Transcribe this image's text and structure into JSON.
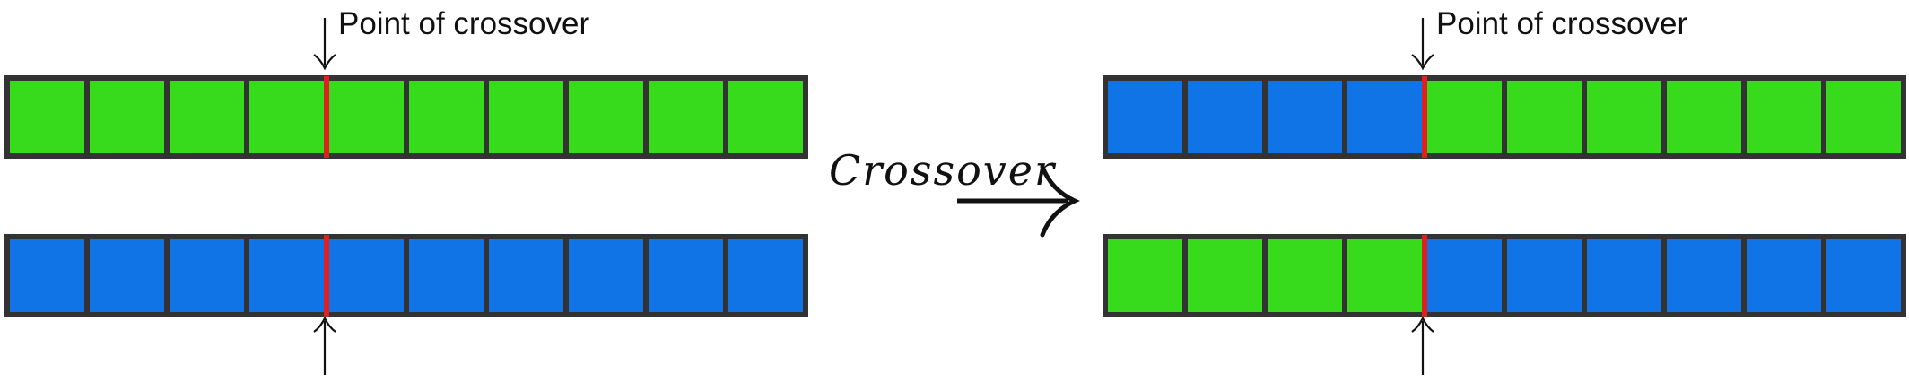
{
  "colors": {
    "green": "#37DB1C",
    "blue": "#1174E6",
    "border": "#333333",
    "crossover_line": "#E02020",
    "arrow": "#111111"
  },
  "genes_per_chromosome": 10,
  "crossover_index": 4,
  "crossover_label": "Point of crossover",
  "operation_label": "Crossover",
  "parents": [
    {
      "genes": [
        "green",
        "green",
        "green",
        "green",
        "green",
        "green",
        "green",
        "green",
        "green",
        "green"
      ]
    },
    {
      "genes": [
        "blue",
        "blue",
        "blue",
        "blue",
        "blue",
        "blue",
        "blue",
        "blue",
        "blue",
        "blue"
      ]
    }
  ],
  "offspring": [
    {
      "genes": [
        "blue",
        "blue",
        "blue",
        "blue",
        "green",
        "green",
        "green",
        "green",
        "green",
        "green"
      ]
    },
    {
      "genes": [
        "green",
        "green",
        "green",
        "green",
        "blue",
        "blue",
        "blue",
        "blue",
        "blue",
        "blue"
      ]
    }
  ]
}
